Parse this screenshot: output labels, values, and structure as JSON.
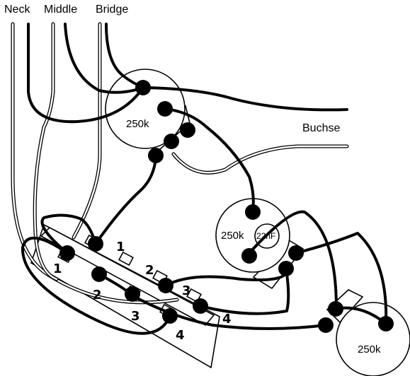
{
  "labels": {
    "neck": "Neck",
    "middle": "Middle",
    "bridge": "Bridge",
    "jack": "Buchse"
  },
  "pots": {
    "volume": "250k",
    "tone1": "250k",
    "tone2": "250k",
    "capacitor": "22nF"
  },
  "switch": {
    "lugs_upper": [
      "1",
      "2",
      "3",
      "4"
    ],
    "lugs_lower": [
      "1",
      "2",
      "3",
      "4"
    ]
  }
}
